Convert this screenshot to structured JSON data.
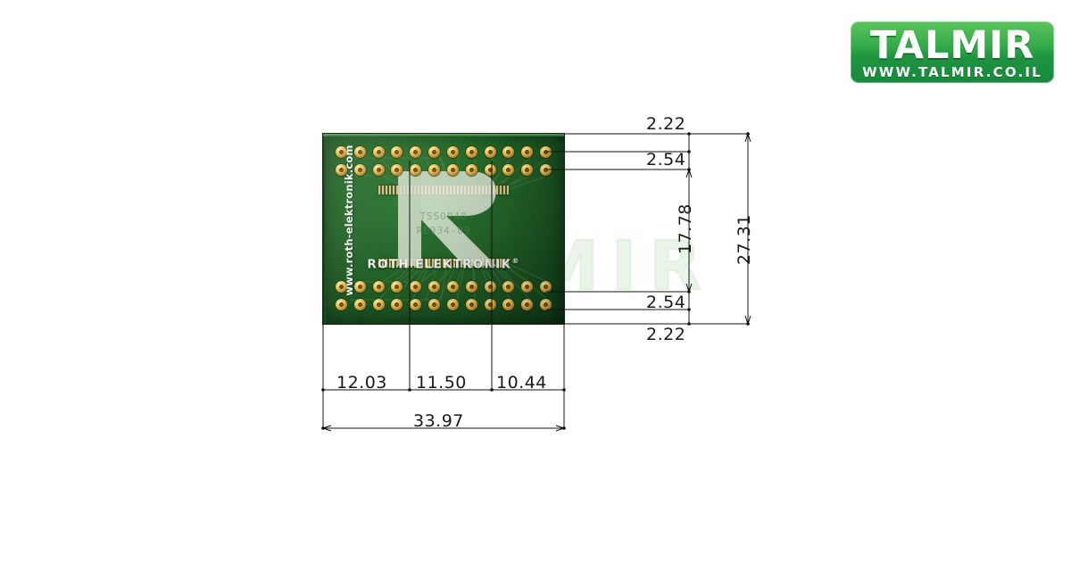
{
  "logo": {
    "name": "TALMIR",
    "url": "WWW.TALMIR.CO.IL",
    "brand_color": "#2aa34a"
  },
  "watermark": {
    "text": "TALMIR"
  },
  "product": {
    "type": "pcb-adapter-board",
    "silkscreen": {
      "website": "www.roth-elektronik.com",
      "brand": "ROTH ELEKTRONIK",
      "registered_mark": "®",
      "part_label": "TSSOP48",
      "code_label": "RE934-09"
    },
    "pads": {
      "rows": 4,
      "per_row": 12,
      "finish_color": "#e8bf52"
    },
    "board_color": "#236328"
  },
  "dimensions": {
    "units": "mm",
    "vertical_right": [
      {
        "name": "top-edge-offset",
        "value": "2.22"
      },
      {
        "name": "top-row-pitch",
        "value": "2.54"
      },
      {
        "name": "inner-height",
        "value": "17.78"
      },
      {
        "name": "bottom-row-pitch",
        "value": "2.54"
      },
      {
        "name": "bottom-edge-offset",
        "value": "2.22"
      }
    ],
    "overall_height": "27.31",
    "horizontal_bottom": [
      {
        "name": "left-segment",
        "value": "12.03"
      },
      {
        "name": "middle-segment",
        "value": "11.50"
      },
      {
        "name": "right-segment",
        "value": "10.44"
      }
    ],
    "overall_width": "33.97"
  }
}
